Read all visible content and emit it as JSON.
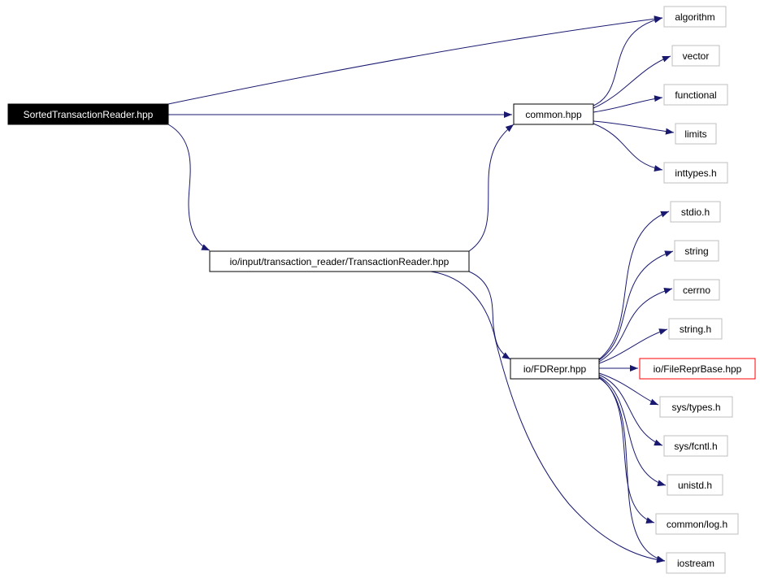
{
  "colors": {
    "edge": "#191970",
    "root_fill": "#000000",
    "root_text": "#ffffff",
    "node_border": "#000000",
    "node_border_external": "#bfbfbf",
    "node_border_incomplete": "#ff0000"
  },
  "nodes": {
    "root": "SortedTransactionReader.hpp",
    "transaction_reader": "io/input/transaction_reader/TransactionReader.hpp",
    "common": "common.hpp",
    "fdrepr": "io/FDRepr.hpp",
    "algorithm": "algorithm",
    "vector": "vector",
    "functional": "functional",
    "limits": "limits",
    "inttypes": "inttypes.h",
    "stdio": "stdio.h",
    "string": "string",
    "cerrno": "cerrno",
    "string_h": "string.h",
    "filereprbase": "io/FileReprBase.hpp",
    "sys_types": "sys/types.h",
    "sys_fcntl": "sys/fcntl.h",
    "unistd": "unistd.h",
    "common_log": "common/log.h",
    "iostream": "iostream"
  }
}
